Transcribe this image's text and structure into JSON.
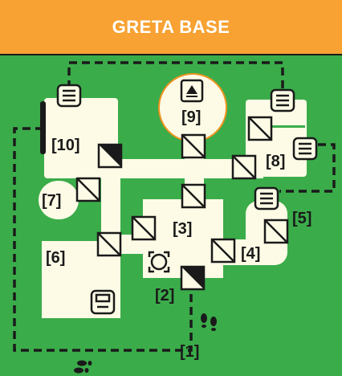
{
  "title": "GRETA BASE",
  "colors": {
    "title_bg": "#f7a233",
    "title_text": "#ffffff",
    "ground": "#3bac4a",
    "room_fill": "#fdfbe6",
    "outline": "#1a1a1a",
    "special_room_border": "#f0931f"
  },
  "rooms": [
    {
      "id": "room-1",
      "label": "[1]"
    },
    {
      "id": "room-2",
      "label": "[2]"
    },
    {
      "id": "room-3",
      "label": "[3]"
    },
    {
      "id": "room-4",
      "label": "[4]"
    },
    {
      "id": "room-5",
      "label": "[5]"
    },
    {
      "id": "room-6",
      "label": "[6]"
    },
    {
      "id": "room-7",
      "label": "[7]"
    },
    {
      "id": "room-8",
      "label": "[8]"
    },
    {
      "id": "room-9",
      "label": "[9]"
    },
    {
      "id": "room-10",
      "label": "[10]"
    }
  ],
  "icons": [
    "door-icon",
    "locked-door-icon",
    "vent-icon",
    "objective-icon",
    "save-icon",
    "player-start-icon",
    "footsteps-icon"
  ]
}
